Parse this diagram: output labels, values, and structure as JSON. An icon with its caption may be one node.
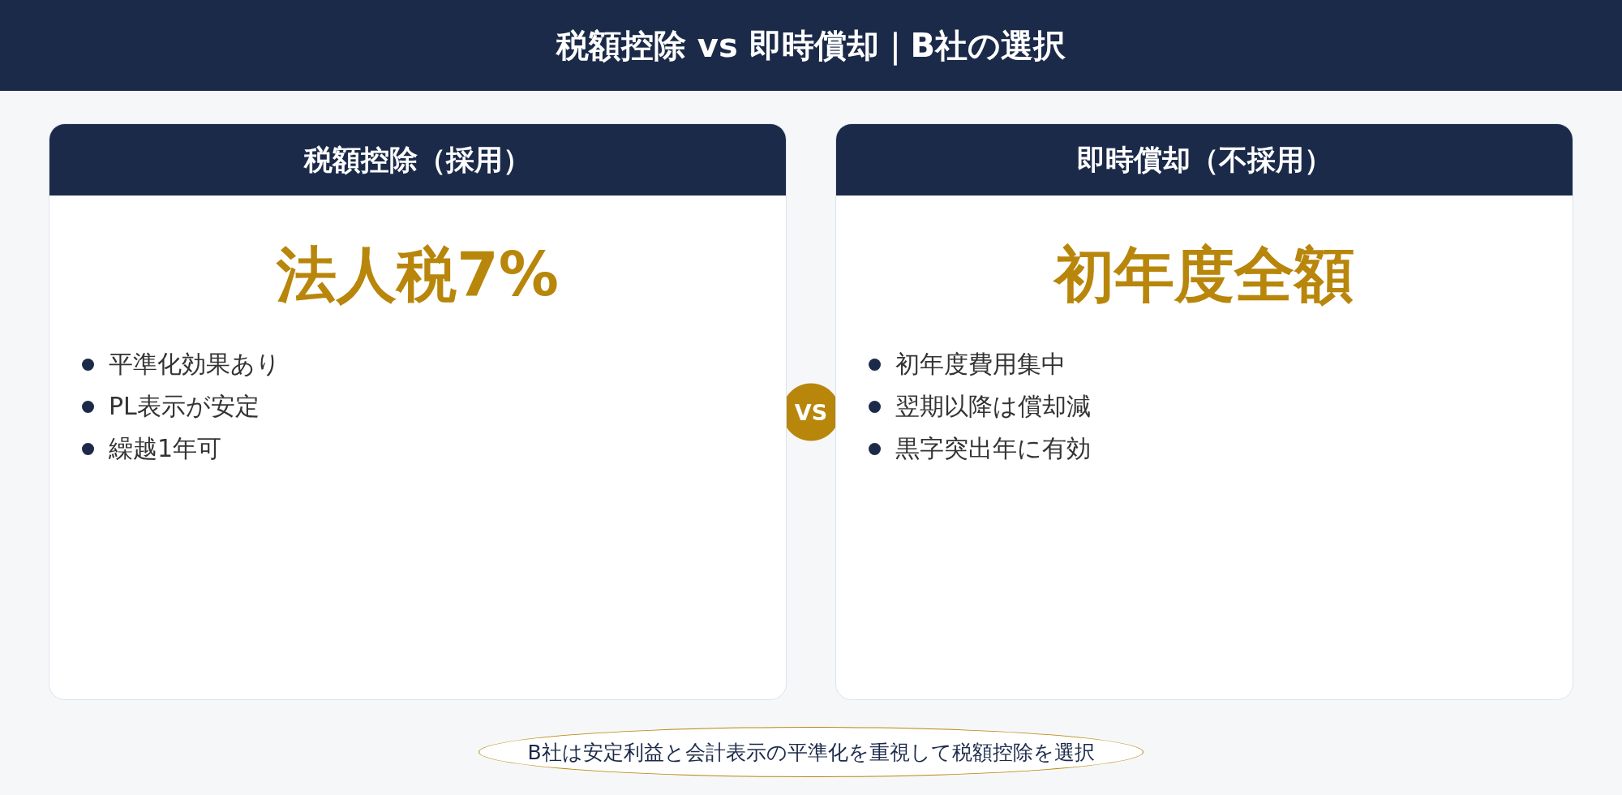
{
  "diagram": {
    "title": "税額控除 vs 即時償却｜B社の選択",
    "nodes": [
      {
        "text": [
          "税額控除（採用）",
          "法人税7%",
          "平準化効果あり",
          "PL表示が安定",
          "繰越1年可"
        ]
      },
      {
        "text": [
          "VS"
        ]
      },
      {
        "text": [
          "即時償却（不採用）",
          "初年度全額",
          "初年度費用集中",
          "翌期以降は償却減",
          "黒字突出年に有効"
        ]
      },
      {
        "text": [
          "B社は安定利益と会計表示の平準化を重視して税額控除を選択"
        ]
      }
    ]
  }
}
